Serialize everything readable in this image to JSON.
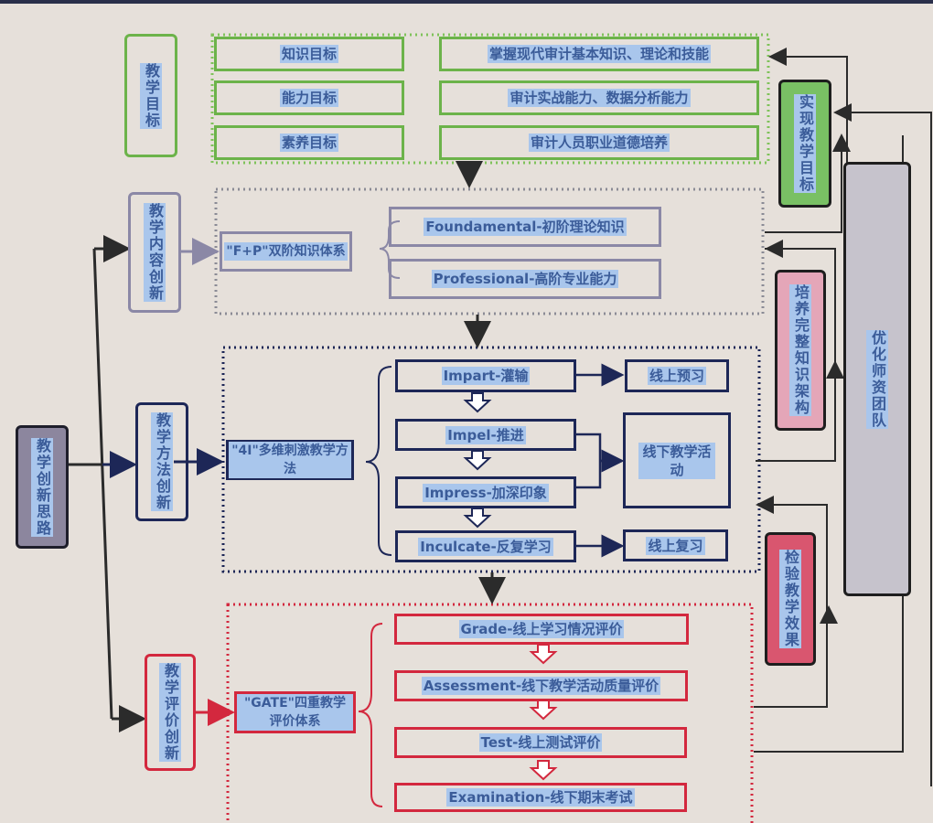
{
  "title": "教学创新思路",
  "colors": {
    "goal": "#6cb34a",
    "content": "#8b88a6",
    "method": "#1d2757",
    "eval": "#d3283e",
    "highlight": "#a9c6ec",
    "text": "#3b5c99"
  },
  "root": "教学创新思路",
  "goals": {
    "label": "教学目标",
    "rows": [
      {
        "name": "知识目标",
        "desc": "掌握现代审计基本知识、理论和技能"
      },
      {
        "name": "能力目标",
        "desc": "审计实战能力、数据分析能力"
      },
      {
        "name": "素养目标",
        "desc": "审计人员职业道德培养"
      }
    ]
  },
  "content": {
    "label": "教学内容创新",
    "system": "\"F+P\"双阶知识体系",
    "items": [
      "Foundamental-初阶理论知识",
      "Professional-高阶专业能力"
    ]
  },
  "method": {
    "label": "教学方法创新",
    "system": "\"4I\"多维刺激教学方法",
    "items": [
      "Impart-灌输",
      "Impel-推进",
      "Impress-加深印象",
      "Inculcate-反复学习"
    ],
    "outcomes": [
      "线上预习",
      "线下教学活动",
      "线上复习"
    ]
  },
  "evaluation": {
    "label": "教学评价创新",
    "system": "\"GATE\"四重教学评价体系",
    "items": [
      "Grade-线上学习情况评价",
      "Assessment-线下教学活动质量评价",
      "Test-线上测试评价",
      "Examination-线下期末考试"
    ]
  },
  "results": {
    "goal": "实现教学目标",
    "knowledge": "培养完整知识架构",
    "verify": "检验教学效果",
    "team": "优化师资团队"
  }
}
